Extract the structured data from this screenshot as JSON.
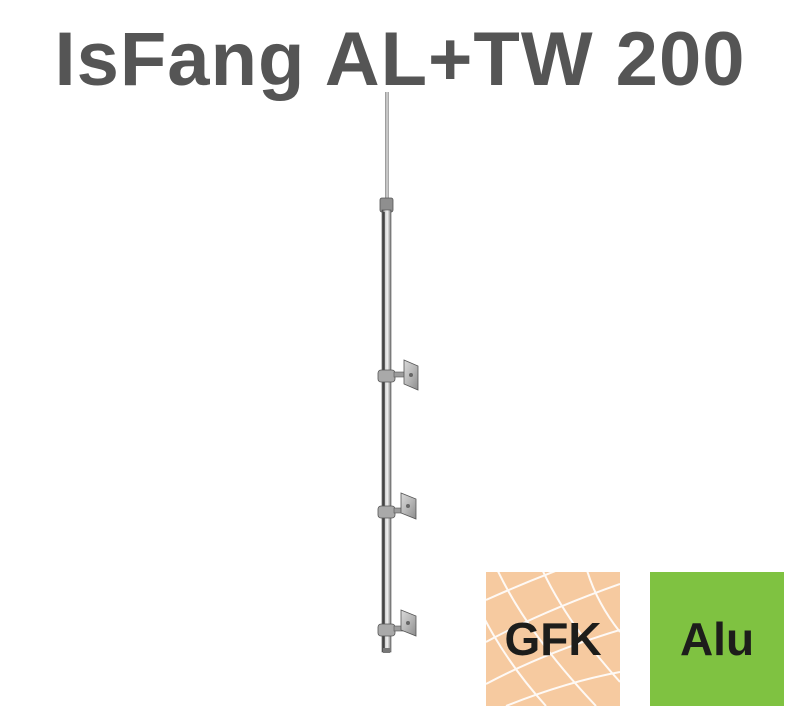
{
  "title": "IsFang AL+TW 200",
  "badges": [
    {
      "label": "GFK",
      "color": "#f6caa0"
    },
    {
      "label": "Alu",
      "color": "#7fc241"
    }
  ],
  "colors": {
    "title": "#555555",
    "badge_text": "#1d1d1b"
  }
}
